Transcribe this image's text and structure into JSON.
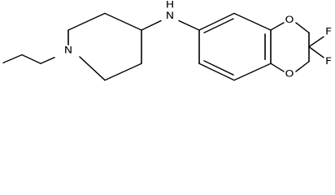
{
  "molecule": {
    "atoms": {
      "n_ring": "N",
      "nh": "N",
      "nh_h": "H",
      "o_top": "O",
      "o_bottom": "O",
      "f_top": "F",
      "f_bottom": "F"
    },
    "colors": {
      "bond": "#000000",
      "label": "#000000",
      "background": "#ffffff"
    }
  }
}
